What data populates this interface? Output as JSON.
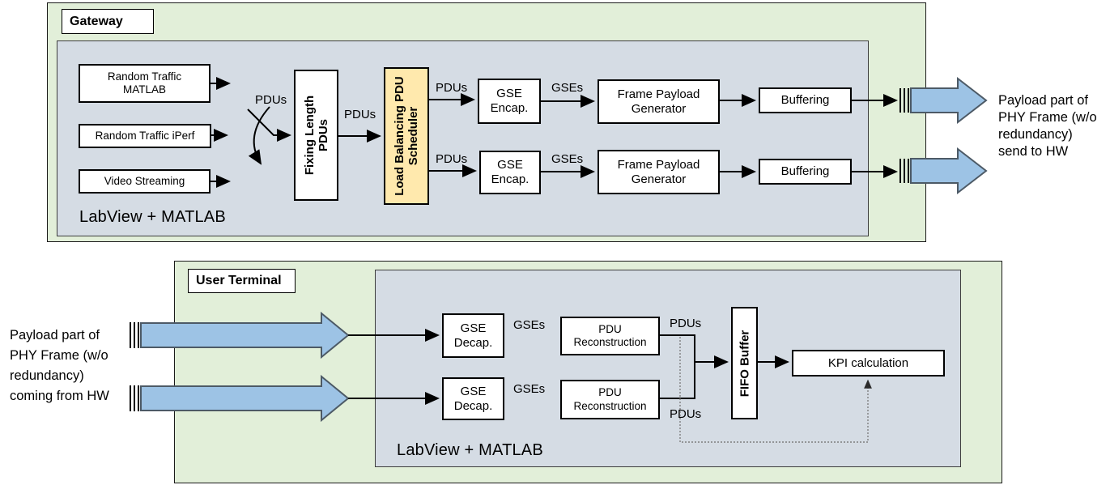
{
  "gateway": {
    "title": "Gateway",
    "platform": "LabView + MATLAB",
    "sources": {
      "matlab": "Random Traffic MATLAB",
      "iperf": "Random Traffic iPerf",
      "video": "Video Streaming"
    },
    "fixing": "Fixing Length PDUs",
    "scheduler": "Load Balancing PDU Scheduler",
    "gse_encap": "GSE Encap.",
    "frame_payload_generator": "Frame Payload Generator",
    "buffering": "Buffering",
    "output_lines": [
      "Payload part of",
      "PHY Frame (w/o",
      "redundancy)",
      "send to HW"
    ]
  },
  "user_terminal": {
    "title": "User Terminal",
    "platform": "LabView + MATLAB",
    "input_lines": [
      "Payload part of",
      "PHY Frame (w/o",
      "redundancy)",
      "coming from HW"
    ],
    "gse_decap": "GSE Decap.",
    "pdu_reconstruction": "PDU Reconstruction",
    "fifo_buffer": "FIFO Buffer",
    "kpi": "KPI calculation"
  },
  "labels": {
    "pdus": "PDUs",
    "gses": "GSEs"
  },
  "colors": {
    "panel_green": "#e2efd9",
    "panel_blue_gray": "#d5dce4",
    "scheduler_yellow": "#ffe9ad",
    "big_arrow_fill": "#9dc3e5",
    "big_arrow_stroke": "#4d5a66",
    "line_black": "#000000",
    "dotted_gray": "#7f7f7f"
  }
}
